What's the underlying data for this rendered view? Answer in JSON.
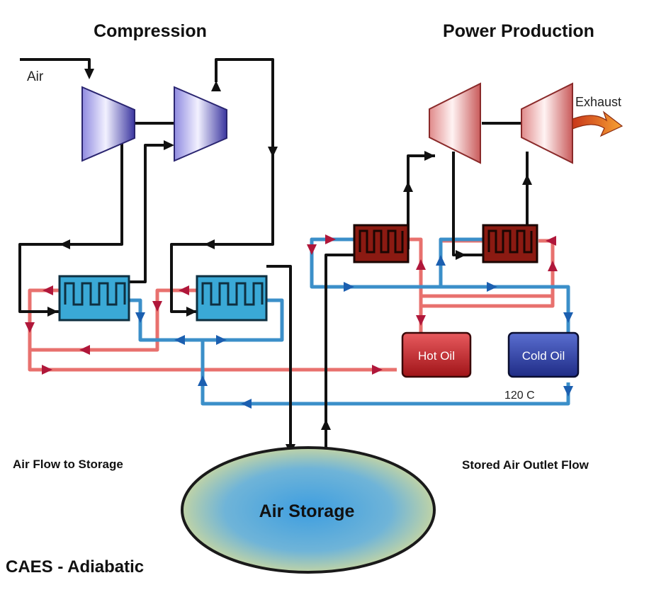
{
  "titles": {
    "compression": "Compression",
    "power_production": "Power Production",
    "caption": "CAES - Adiabatic"
  },
  "labels": {
    "air_inlet": "Air",
    "exhaust": "Exhaust",
    "hot_oil": "Hot Oil",
    "cold_oil": "Cold Oil",
    "temperature": "120 C",
    "air_flow_to_storage": "Air Flow to Storage",
    "stored_air_outlet_flow": "Stored Air Outlet Flow",
    "air_storage": "Air Storage"
  },
  "colors": {
    "air_line": "#111111",
    "hot_line": "#e8716e",
    "cold_line": "#3b8fc9",
    "compressor": "#5a55b8",
    "turbine": "#e9a2a2",
    "cooler_hx": "#3aa9d6",
    "heater_hx": "#8b1a12",
    "hot_oil_tank": "#c9272c",
    "cold_oil_tank": "#2d3f9e",
    "storage": "#4fa8dc"
  }
}
